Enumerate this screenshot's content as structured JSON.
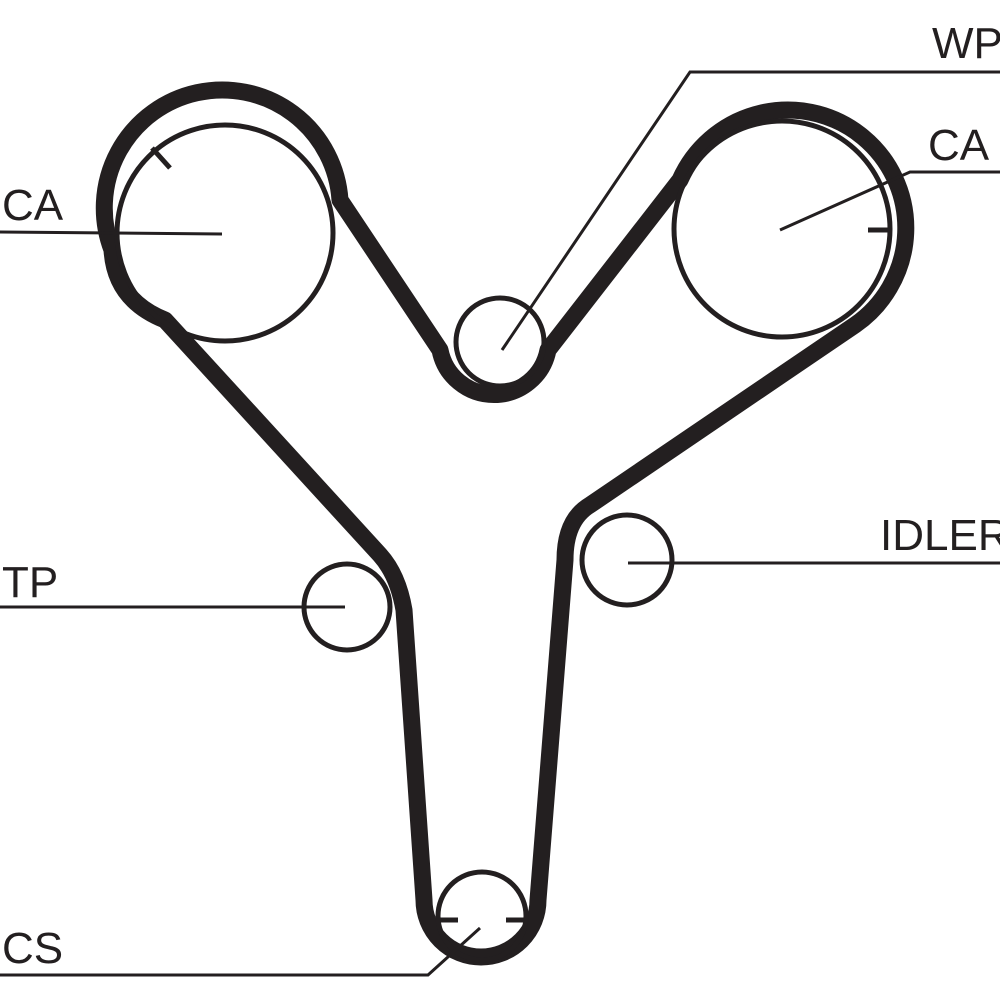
{
  "labels": {
    "ca_left": "CA",
    "wp": "WP",
    "ca_right": "CA",
    "idler": "IDLER",
    "tp": "TP",
    "cs": "CS"
  },
  "colors": {
    "belt": "#231f20",
    "outline": "#231f20",
    "background": "#ffffff"
  }
}
